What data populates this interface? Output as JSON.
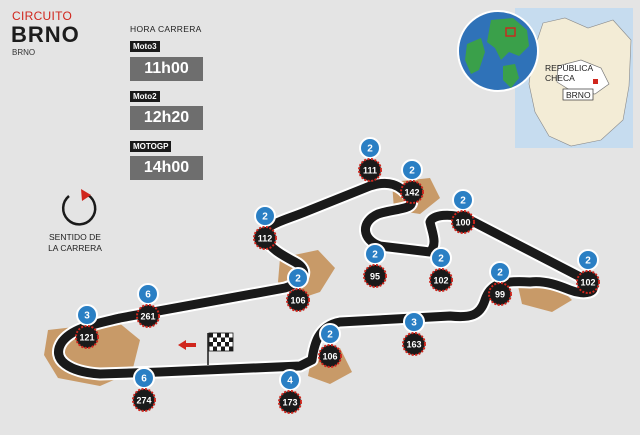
{
  "header": {
    "label": "CIRCUITO",
    "name": "BRNO",
    "city": "BRNO"
  },
  "schedule": {
    "title": "HORA CARRERA",
    "races": [
      {
        "class": "Moto3",
        "time": "11h00"
      },
      {
        "class": "Moto2",
        "time": "12h20"
      },
      {
        "class": "MOTOGP",
        "time": "14h00"
      }
    ]
  },
  "direction": {
    "line1": "SENTIDO DE",
    "line2": "LA CARRERA"
  },
  "map": {
    "country_line1": "REPÚBLICA",
    "country_line2": "CHECA",
    "city": "BRNO"
  },
  "corners": [
    {
      "gear": "3",
      "speed": "121"
    },
    {
      "gear": "6",
      "speed": "261"
    },
    {
      "gear": "2",
      "speed": "106"
    },
    {
      "gear": "2",
      "speed": "112"
    },
    {
      "gear": "2",
      "speed": "111"
    },
    {
      "gear": "2",
      "speed": "142"
    },
    {
      "gear": "2",
      "speed": "95"
    },
    {
      "gear": "2",
      "speed": "102"
    },
    {
      "gear": "2",
      "speed": "100"
    },
    {
      "gear": "2",
      "speed": "102"
    },
    {
      "gear": "2",
      "speed": "99"
    },
    {
      "gear": "3",
      "speed": "163"
    },
    {
      "gear": "2",
      "speed": "106"
    },
    {
      "gear": "4",
      "speed": "173"
    },
    {
      "gear": "6",
      "speed": "274"
    }
  ],
  "colors": {
    "accent": "#d0261d",
    "gear_badge": "#2a7fc4",
    "track": "#1a1a1a",
    "runoff": "#c89a68"
  }
}
